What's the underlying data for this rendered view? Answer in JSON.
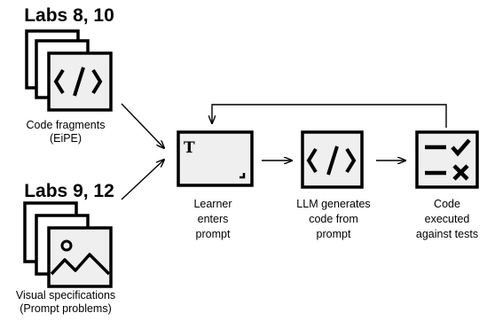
{
  "sources": [
    {
      "title": "Labs 8, 10",
      "caption": [
        "Code fragments",
        "(EiPE)"
      ],
      "icon": "code-fragment-stack-icon"
    },
    {
      "title": "Labs 9, 12",
      "caption": [
        "Visual specifications",
        "(Prompt problems)"
      ],
      "icon": "image-stack-icon"
    }
  ],
  "steps": [
    {
      "caption": [
        "Learner",
        "enters",
        "prompt"
      ],
      "icon": "text-input-icon"
    },
    {
      "caption": [
        "LLM generates",
        "code from",
        "prompt"
      ],
      "icon": "code-icon"
    },
    {
      "caption": [
        "Code",
        "executed",
        "against tests"
      ],
      "icon": "test-check-icon"
    }
  ],
  "colors": {
    "icon_fill": "#efefef",
    "stroke": "#000000",
    "background": "#ffffff"
  }
}
